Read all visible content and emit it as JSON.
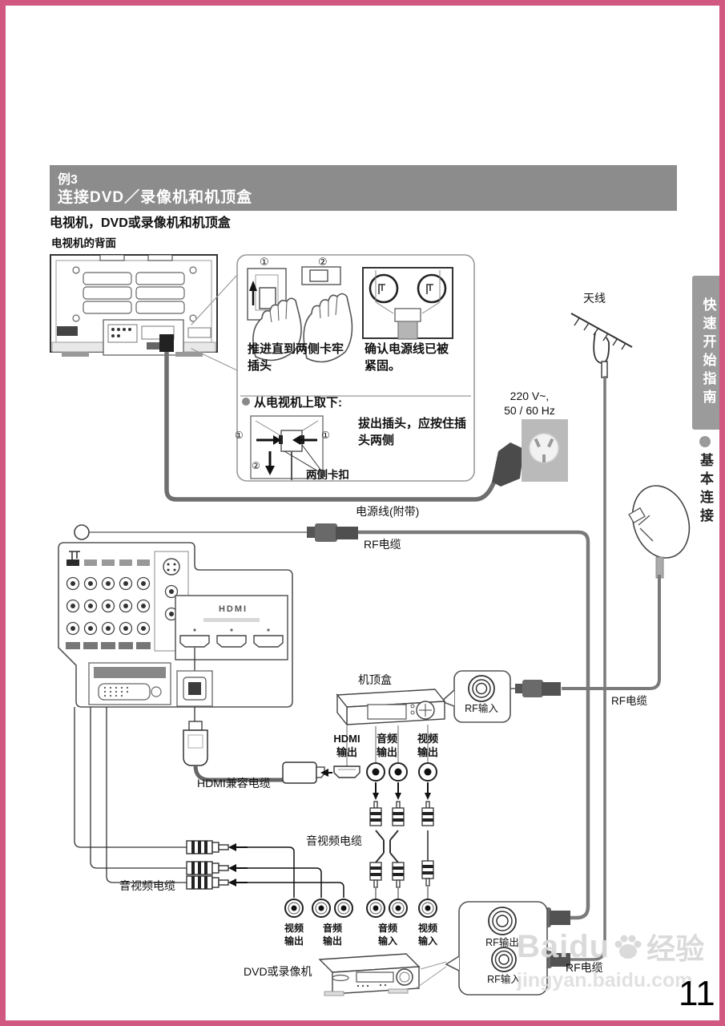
{
  "header": {
    "example": "例3",
    "title": "连接DVD／录像机和机顶盒"
  },
  "subtitle": "电视机，DVD或录像机和机顶盒",
  "tv_back_label": "电视机的背面",
  "instructions": {
    "step1": "①",
    "step2": "②",
    "push_caption": "推进直到两侧卡牢\n插头",
    "confirm_caption": "确认电源线已被\n紧固。",
    "remove_title": "从电视机上取下:",
    "remove_caption": "拔出插头，应按住插\n头两侧",
    "latch_label": "两侧卡扣",
    "num1_left": "①",
    "num1_right": "①",
    "num2": "②"
  },
  "power": {
    "spec": "220 V~,\n50 / 60 Hz",
    "cord_label": "电源线(附带)"
  },
  "antenna_label": "天线",
  "panel": {
    "hdmi_logo": "HDMI"
  },
  "cables": {
    "rf_cable_tv": "RF电缆",
    "rf_cable_dish": "RF电缆",
    "rf_cable_bottom": "RF电缆",
    "hdmi_cable": "HDMI兼容电缆",
    "av_cable_left": "音视频电缆",
    "av_cable_mid": "音视频电缆"
  },
  "stb": {
    "label": "机顶盒",
    "rf_in": "RF输入",
    "hdmi_out": "HDMI\n输出",
    "audio_out": "音频\n输出",
    "video_out": "视频\n输出"
  },
  "dvd": {
    "label": "DVD或录像机",
    "video_out": "视频\n输出",
    "audio_out": "音频\n输出",
    "audio_in": "音频\n输入",
    "video_in": "视频\n输入",
    "rf_out": "RF输出",
    "rf_in": "RF输入"
  },
  "sidebar": {
    "tab": "快速开始指南",
    "section": "基本连接"
  },
  "watermark": {
    "brand": "Baidu",
    "suffix": "经验",
    "url": "jingyan.baidu.com"
  },
  "page_number": "11",
  "colors": {
    "accent_pink": "#d15880",
    "titlebar_gray": "#8c8c8c",
    "tab_gray": "#9b9b9b"
  }
}
